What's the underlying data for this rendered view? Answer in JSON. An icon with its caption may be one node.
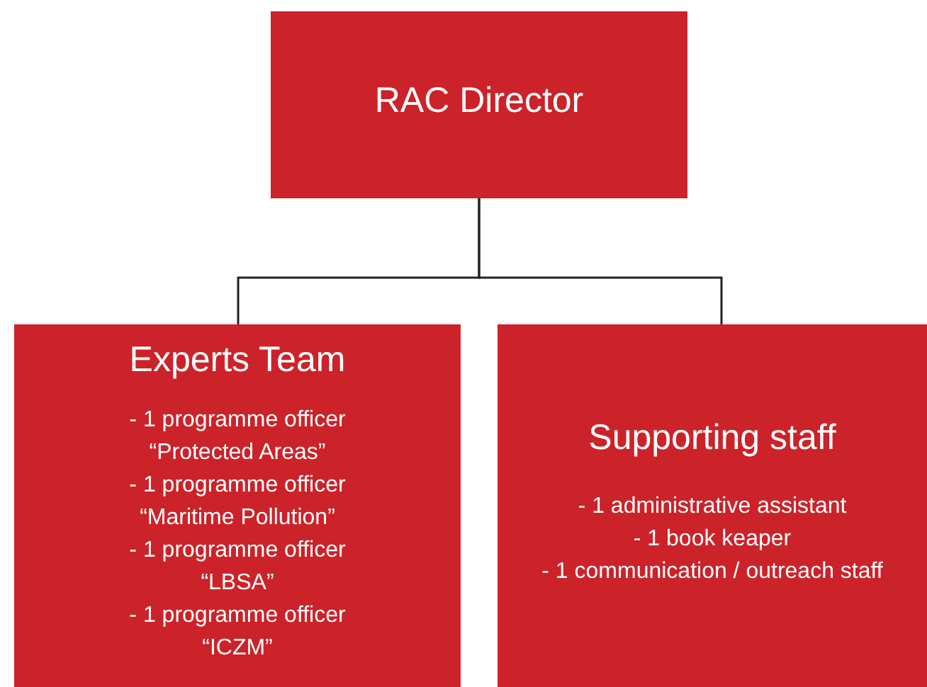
{
  "diagram": {
    "nodes": [
      {
        "text": [
          "RAC Director"
        ]
      },
      {
        "text": [
          "Experts Team",
          "- 1 programme officer “Protected Areas”",
          "- 1 programme officer “Maritime Pollution”",
          "- 1 programme officer “LBSA”",
          "- 1 programme officer “ICZM”"
        ]
      },
      {
        "text": [
          "Supporting staff",
          "- 1 administrative assistant",
          "- 1 book keaper",
          "- 1 communication / outreach staff"
        ]
      }
    ],
    "edges": [
      {
        "from": 0,
        "to": 1,
        "arrow": "none"
      },
      {
        "from": 0,
        "to": 2,
        "arrow": "none"
      }
    ]
  }
}
